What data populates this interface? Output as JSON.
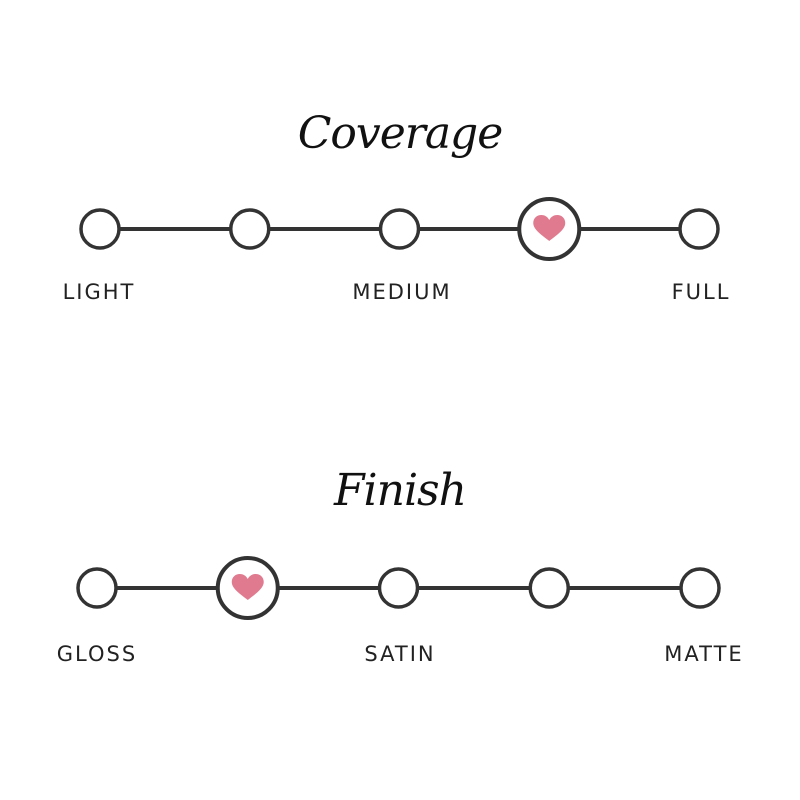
{
  "heart_color": "#e07a8f",
  "line_color": "#333333",
  "scales": [
    {
      "title": "Coverage",
      "positions": 5,
      "selected_index": 3,
      "labels": [
        {
          "text": "LIGHT",
          "position_index": 0
        },
        {
          "text": "MEDIUM",
          "position_index": 2
        },
        {
          "text": "FULL",
          "position_index": 4
        }
      ]
    },
    {
      "title": "Finish",
      "positions": 5,
      "selected_index": 1,
      "labels": [
        {
          "text": "GLOSS",
          "position_index": 0
        },
        {
          "text": "SATIN",
          "position_index": 2
        },
        {
          "text": "MATTE",
          "position_index": 4
        }
      ]
    }
  ]
}
